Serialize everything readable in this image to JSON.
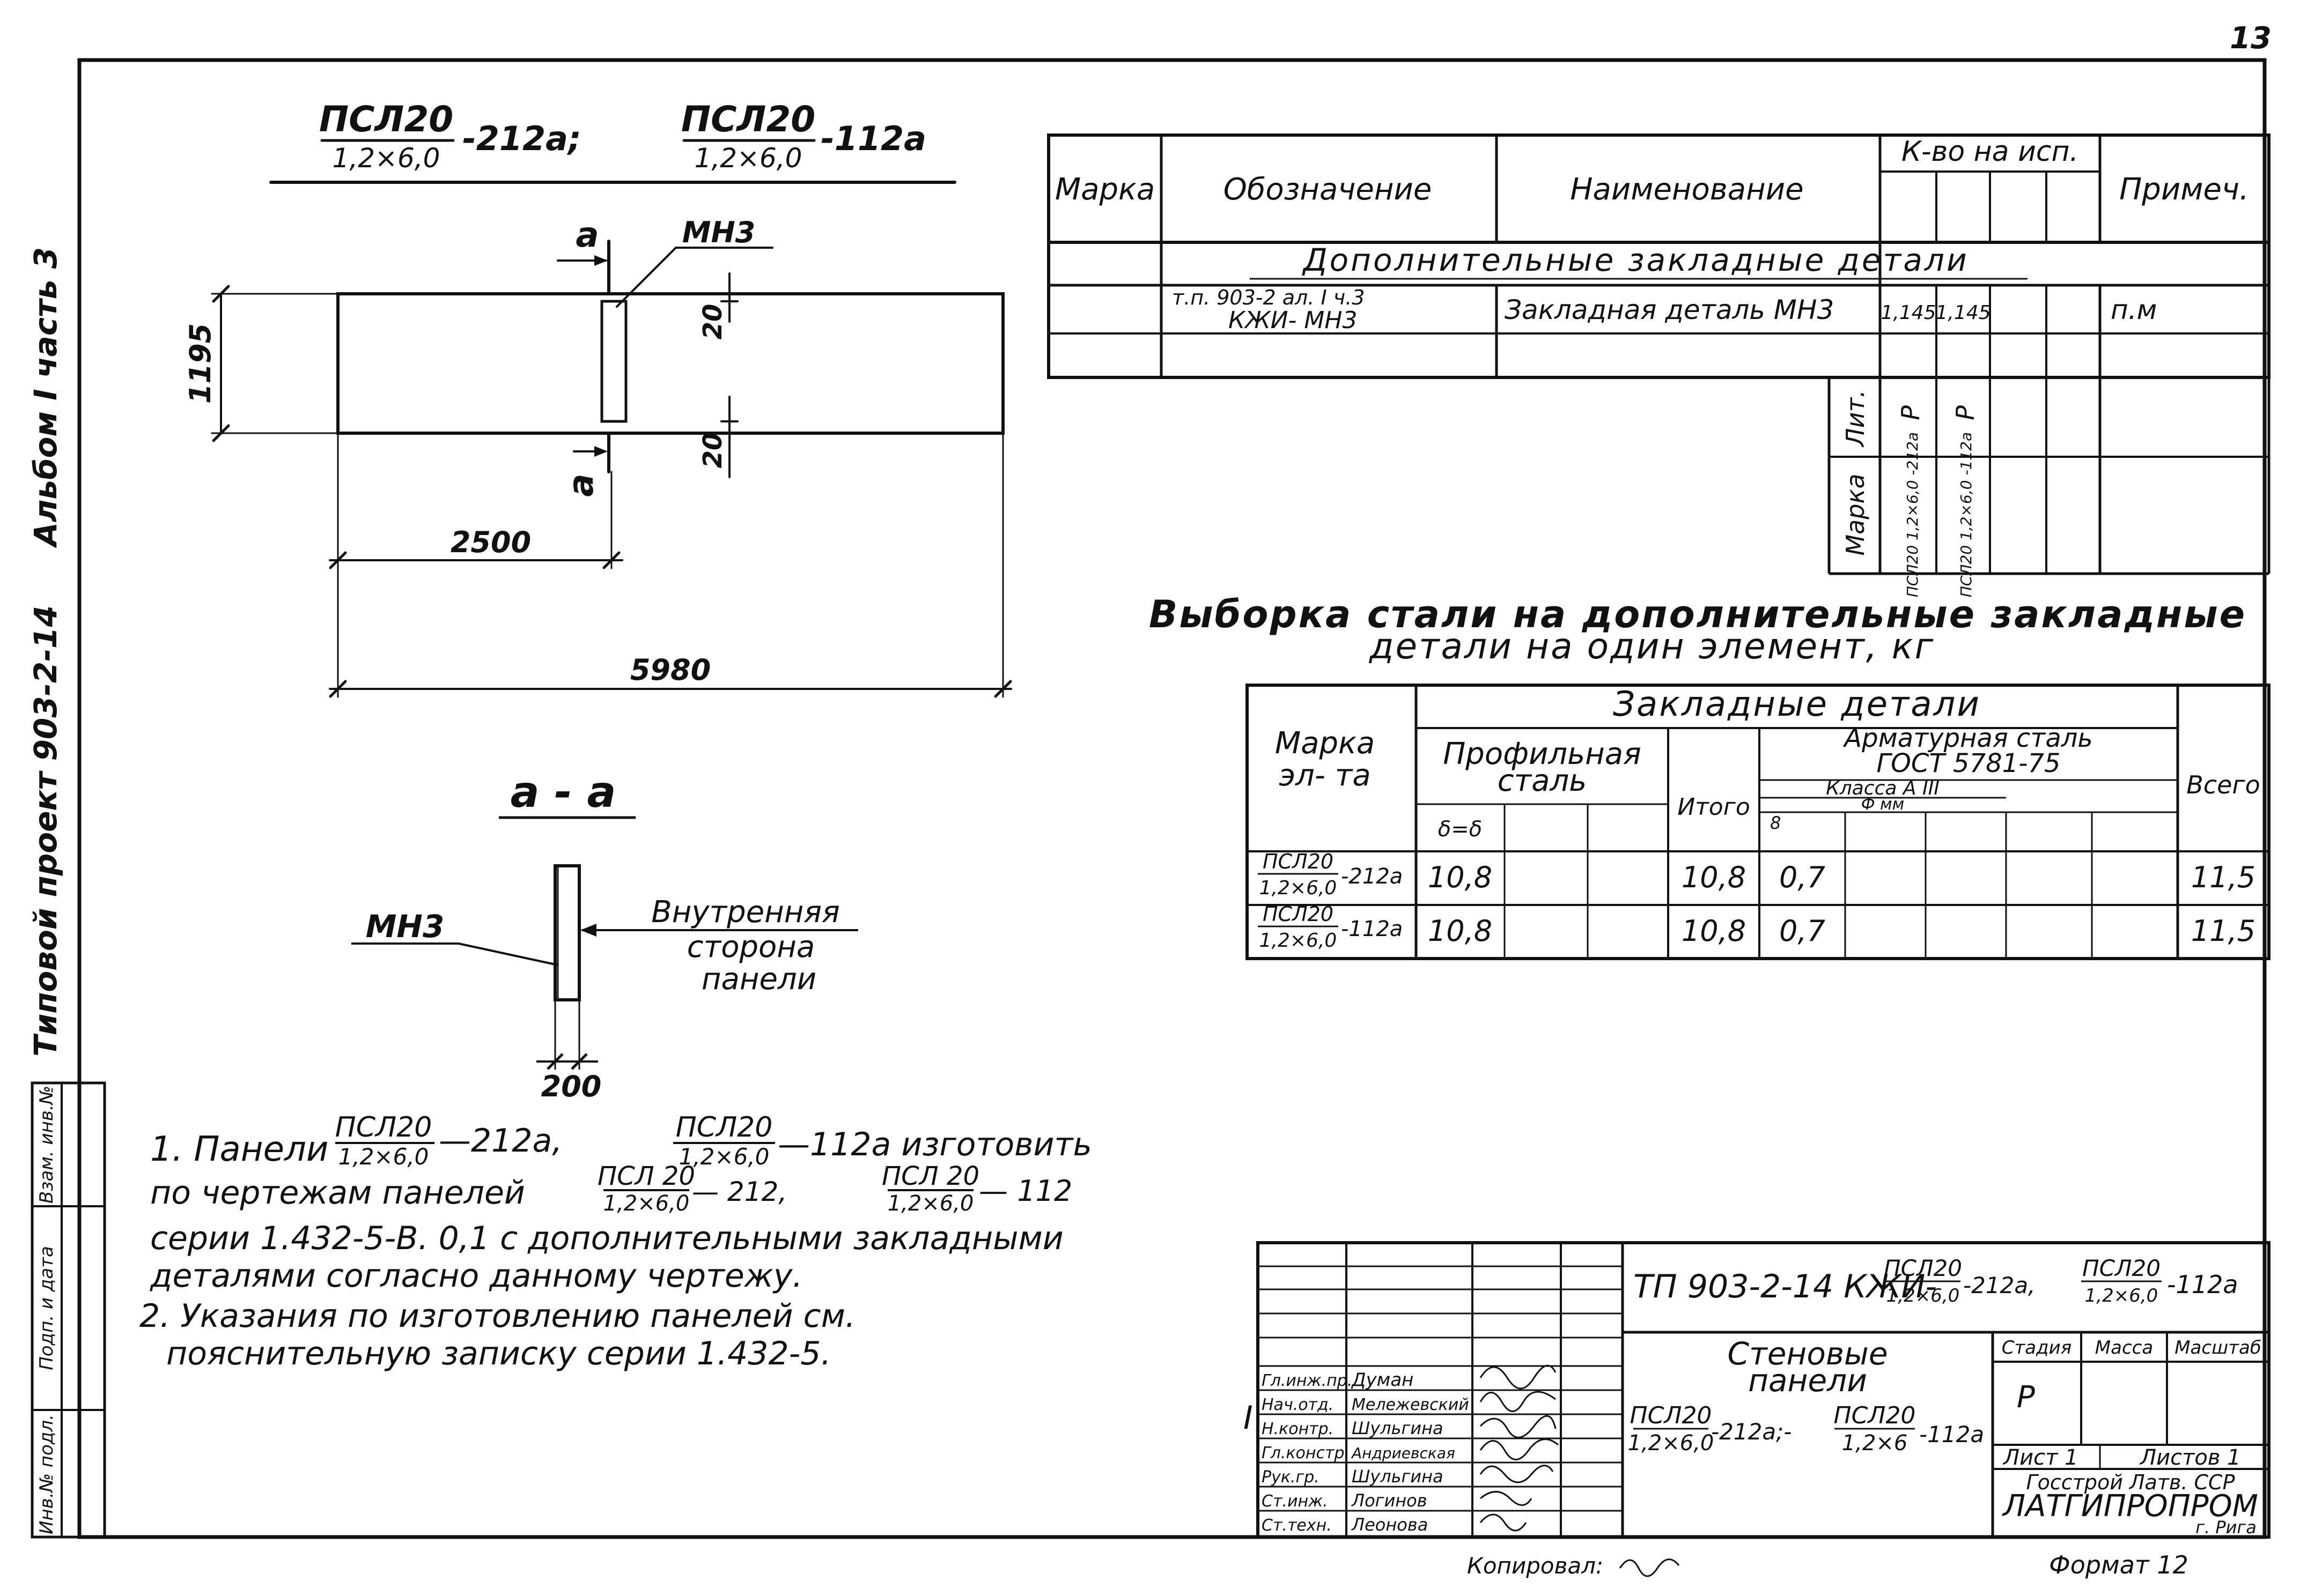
{
  "page_number": "13",
  "side_title": {
    "album": "Альбом I часть 3",
    "project": "Типовой проект 903-2-14"
  },
  "side_stamp": [
    "Взам. инв.№",
    "Подп. и дата",
    "Инв.№ подл."
  ],
  "drawing": {
    "heading_left": {
      "num": "ПСЛ20",
      "den": "1,2×6,0",
      "suffix": "-212а;"
    },
    "heading_right": {
      "num": "ПСЛ20",
      "den": "1,2×6,0",
      "suffix": "-112а"
    },
    "label_a": "а",
    "label_mn3": "МН3",
    "dim_1195": "1195",
    "dim_20_top": "20",
    "dim_20_bottom": "20",
    "dim_2500": "2500",
    "dim_5980": "5980",
    "section_title": "а - а",
    "section_mn3": "МН3",
    "inner_side": [
      "Внутренняя",
      "сторона",
      "панели"
    ],
    "dim_200": "200"
  },
  "spec_table": {
    "headers": {
      "marka": "Марка",
      "oboznachenie": "Обозначение",
      "naimenovanie": "Наименование",
      "kolvo": "К-во на исп.",
      "primech": "Примеч."
    },
    "section_row": "Дополнительные закладные детали",
    "row": {
      "oboznachenie": [
        "т.п. 903-2 ал. I ч.3",
        "КЖИ- МН3"
      ],
      "naimenovanie": "Закладная деталь МН3",
      "q1": "1,145",
      "q2": "1,145",
      "primech": "п.м"
    },
    "vertical_block": {
      "marka": "Марка",
      "lit": "Лит.",
      "mark1": "ПСЛ20 1,2×6,0 -212а",
      "lit1": "Р",
      "mark2": "ПСЛ20 1,2×6,0 -112а",
      "lit2": "Р"
    }
  },
  "steel_title": [
    "Выборка стали на дополнительные закладные",
    "детали на один элемент, кг"
  ],
  "steel_table": {
    "zakladnye": "Закладные детали",
    "marka_el": [
      "Марка",
      "эл- та"
    ],
    "profilnaya": [
      "Профильная",
      "сталь"
    ],
    "delta": "δ=δ",
    "itogo": "Итого",
    "armaturnaya": [
      "Арматурная сталь",
      "ГОСТ 5781-75"
    ],
    "klass": "Класса А III",
    "phi": "Ф мм",
    "col8": "8",
    "vsego": "Всего",
    "rows": [
      {
        "mark_num": "ПСЛ20",
        "mark_den": "1,2×6,0",
        "mark_suffix": "-212а",
        "prof": "10,8",
        "itogo": "10,8",
        "arm8": "0,7",
        "vsego": "11,5"
      },
      {
        "mark_num": "ПСЛ20",
        "mark_den": "1,2×6,0",
        "mark_suffix": "-112а",
        "prof": "10,8",
        "itogo": "10,8",
        "arm8": "0,7",
        "vsego": "11,5"
      }
    ]
  },
  "notes": {
    "n1_prefix": "1. Панели",
    "n1_f1_num": "ПСЛ20",
    "n1_f1_den": "1,2×6,0",
    "n1_f1_suf": "—212а,",
    "n1_f2_num": "ПСЛ20",
    "n1_f2_den": "1,2×6,0",
    "n1_f2_suf": "—112а изготовить",
    "n1_line2_prefix": "по чертежам панелей",
    "n1_f3_num": "ПСЛ 20",
    "n1_f3_den": "1,2×6,0",
    "n1_f3_suf": "— 212,",
    "n1_f4_num": "ПСЛ 20",
    "n1_f4_den": "1,2×6,0",
    "n1_f4_suf": "— 112",
    "n1_line3": "серии 1.432-5-В. 0,1 с дополнительными закладными",
    "n1_line4": "деталями согласно данному чертежу.",
    "n2_line1": "2. Указания по изготовлению панелей см.",
    "n2_line2": "пояснительную записку серии 1.432-5."
  },
  "title_block": {
    "code_prefix": "ТП 903-2-14 КЖИ-",
    "code_f1_num": "ПСЛ20",
    "code_f1_den": "1,2×6,0",
    "code_f1_suf": "-212а,",
    "code_f2_num": "ПСЛ20",
    "code_f2_den": "1,2×6,0",
    "code_f2_suf": "-112а",
    "name": [
      "Стеновые",
      "панели"
    ],
    "name_f1_num": "ПСЛ20",
    "name_f1_den": "1,2×6,0",
    "name_f1_suf": "-212а;-",
    "name_f2_num": "ПСЛ20",
    "name_f2_den": "1,2×6",
    "name_f2_suf": "-112а",
    "stadiya": "Стадия",
    "massa": "Масса",
    "masshtab": "Масштаб",
    "stadiya_val": "Р",
    "list": "Лист 1",
    "listov": "Листов 1",
    "org1": "Госстрой Латв. ССР",
    "org2": "ЛАТГИПРОПРОМ",
    "org3": "г. Рига",
    "roles": [
      {
        "role": "Гл.инж.пр.",
        "name": "Думан"
      },
      {
        "role": "Нач.отд.",
        "name": "Мележевский"
      },
      {
        "role": "Н.контр.",
        "name": "Шульгина"
      },
      {
        "role": "Гл.констр.",
        "name": "Андриевская"
      },
      {
        "role": "Рук.гр.",
        "name": "Шульгина"
      },
      {
        "role": "Ст.инж.",
        "name": "Логинов"
      },
      {
        "role": "Ст.техн.",
        "name": "Леонова"
      }
    ],
    "left_mark": "I"
  },
  "footer": {
    "copied": "Копировал:",
    "format": "Формат 12"
  }
}
